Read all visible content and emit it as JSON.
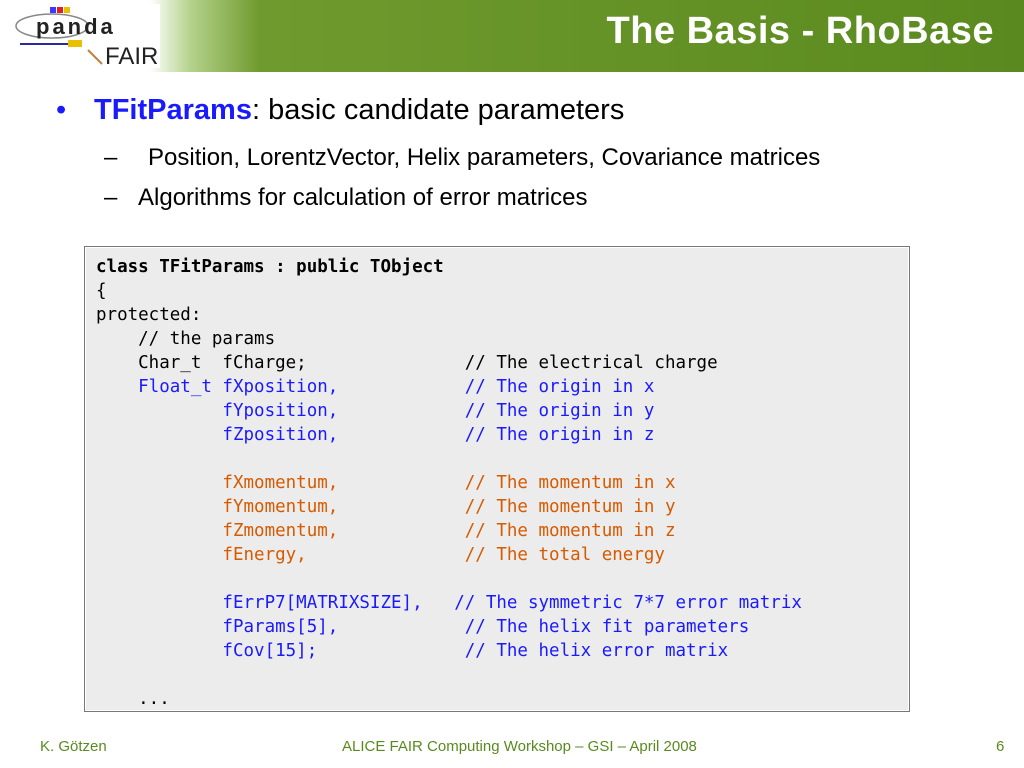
{
  "slide": {
    "title": "The Basis - RhoBase",
    "bullet": {
      "marker": "•",
      "keyword": "TFitParams",
      "text": ": basic candidate parameters"
    },
    "sub_bullets": [
      {
        "marker": "–",
        "text": "Position, LorentzVector, Helix parameters, Covariance matrices"
      },
      {
        "marker": "–",
        "text": "Algorithms for calculation of error matrices"
      }
    ]
  },
  "logo": {
    "line1": "panda",
    "line2": "FAIR"
  },
  "code": {
    "lines": [
      {
        "color": "black",
        "bold": true,
        "text": "class TFitParams : public TObject"
      },
      {
        "color": "black",
        "bold": false,
        "text": "{"
      },
      {
        "color": "black",
        "bold": false,
        "text": "protected:"
      },
      {
        "color": "black",
        "bold": false,
        "text": "    // the params"
      },
      {
        "color": "black",
        "bold": false,
        "text": "    Char_t  fCharge;               // The electrical charge"
      },
      {
        "color": "blue",
        "bold": false,
        "text": "    Float_t fXposition,            // The origin in x"
      },
      {
        "color": "blue",
        "bold": false,
        "text": "            fYposition,            // The origin in y"
      },
      {
        "color": "blue",
        "bold": false,
        "text": "            fZposition,            // The origin in z"
      },
      {
        "color": "black",
        "bold": false,
        "text": ""
      },
      {
        "color": "orange",
        "bold": false,
        "text": "            fXmomentum,            // The momentum in x"
      },
      {
        "color": "orange",
        "bold": false,
        "text": "            fYmomentum,            // The momentum in y"
      },
      {
        "color": "orange",
        "bold": false,
        "text": "            fZmomentum,            // The momentum in z"
      },
      {
        "color": "orange",
        "bold": false,
        "text": "            fEnergy,               // The total energy"
      },
      {
        "color": "black",
        "bold": false,
        "text": ""
      },
      {
        "color": "blue",
        "bold": false,
        "text": "            fErrP7[MATRIXSIZE],   // The symmetric 7*7 error matrix"
      },
      {
        "color": "blue",
        "bold": false,
        "text": "            fParams[5],            // The helix fit parameters"
      },
      {
        "color": "blue",
        "bold": false,
        "text": "            fCov[15];              // The helix error matrix"
      },
      {
        "color": "black",
        "bold": false,
        "text": ""
      },
      {
        "color": "black",
        "bold": false,
        "text": "    ..."
      }
    ]
  },
  "footer": {
    "author": "K. Götzen",
    "event": "ALICE FAIR Computing Workshop – GSI – April 2008",
    "page": "6"
  },
  "colors": {
    "header_green": "#5a8a1f",
    "keyword_blue": "#1a1aff",
    "code_orange": "#d65a00",
    "code_bg": "#ececec"
  }
}
